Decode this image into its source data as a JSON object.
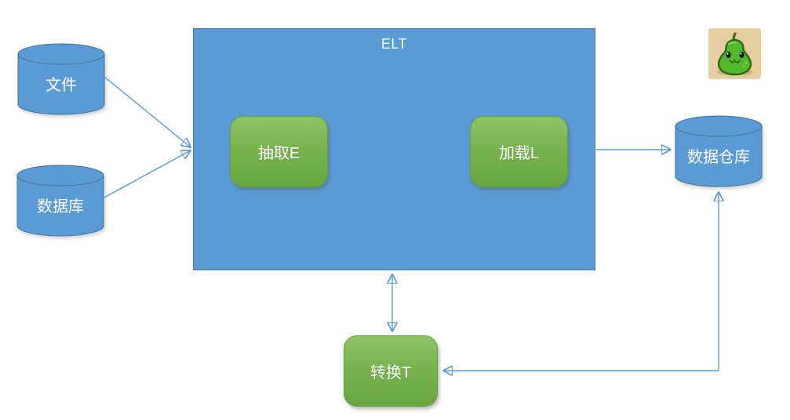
{
  "diagram": {
    "title": "ELT",
    "nodes": {
      "file": {
        "label": "文件",
        "shape": "cylinder"
      },
      "database": {
        "label": "数据库",
        "shape": "cylinder"
      },
      "elt": {
        "label": "ELT",
        "shape": "rectangle-container"
      },
      "extract": {
        "label": "抽取E",
        "shape": "rounded-rectangle"
      },
      "load": {
        "label": "加载L",
        "shape": "rounded-rectangle"
      },
      "warehouse": {
        "label": "数据仓库",
        "shape": "cylinder"
      },
      "transform": {
        "label": "转换T",
        "shape": "rounded-rectangle"
      }
    },
    "edges": [
      {
        "from": "file",
        "to": "elt",
        "style": "arrow"
      },
      {
        "from": "database",
        "to": "elt",
        "style": "arrow"
      },
      {
        "from": "elt",
        "to": "warehouse",
        "style": "arrow"
      },
      {
        "from": "elt",
        "to": "transform",
        "style": "double-headed-arrow"
      },
      {
        "from": "warehouse",
        "to": "transform",
        "style": "double-headed-elbow-arrow"
      }
    ],
    "colors": {
      "node_blue_fill": "#5B9BD5",
      "node_blue_border": "#41719C",
      "elt_border": "#4677AC",
      "green_gradient_top": "#8CC367",
      "green_gradient_bottom": "#68A53F",
      "green_border": "#63A03B",
      "arrow": "#5B9BD5",
      "label_text": "#FFFFFF",
      "background": "#FFFFFF"
    },
    "logo": {
      "name": "pear-mascot",
      "background": "#E5CFA0",
      "body_green": "#54B82C",
      "outline_green": "#2F6A12"
    }
  }
}
